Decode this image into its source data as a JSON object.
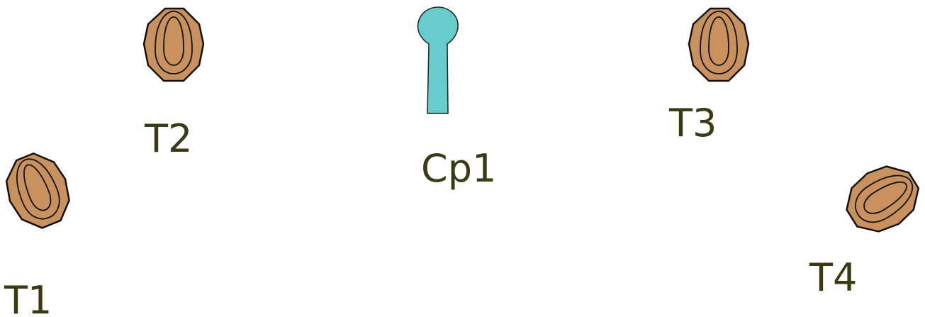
{
  "colors": {
    "target_fill": "#c8915e",
    "post_fill": "#66cccc",
    "outline": "#111111",
    "label": "#3a3a14"
  },
  "icons": {
    "target": "shooting-target-icon",
    "checkpoint": "checkpoint-post-icon"
  },
  "targets": [
    {
      "id": "T1",
      "label": "T1"
    },
    {
      "id": "T2",
      "label": "T2"
    },
    {
      "id": "T3",
      "label": "T3"
    },
    {
      "id": "T4",
      "label": "T4"
    }
  ],
  "checkpoint": {
    "id": "Cp1",
    "label": "Cp1"
  }
}
